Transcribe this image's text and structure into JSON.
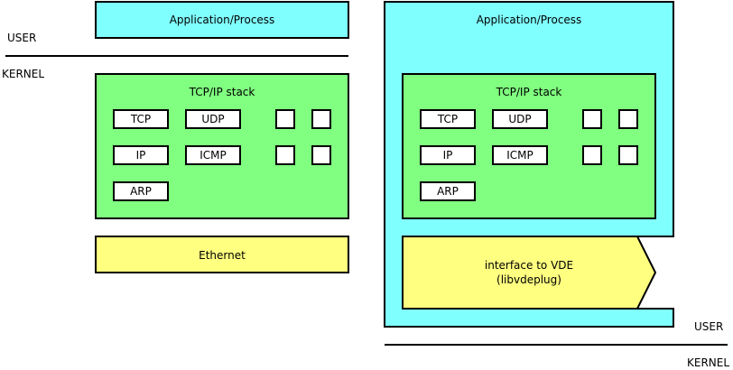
{
  "colors": {
    "app": "#80ffff",
    "stack": "#80ff80",
    "ethernet": "#ffff80",
    "proto": "#ffffff",
    "stroke": "#000000"
  },
  "left": {
    "app_label": "Application/Process",
    "user_label": "USER",
    "kernel_label": "KERNEL",
    "stack_title": "TCP/IP stack",
    "protocols": {
      "tcp": "TCP",
      "udp": "UDP",
      "ip": "IP",
      "icmp": "ICMP",
      "arp": "ARP"
    },
    "ethernet_label": "Ethernet"
  },
  "right": {
    "app_label": "Application/Process",
    "stack_title": "TCP/IP stack",
    "protocols": {
      "tcp": "TCP",
      "udp": "UDP",
      "ip": "IP",
      "icmp": "ICMP",
      "arp": "ARP"
    },
    "vde_line1": "interface to VDE",
    "vde_line2": "(libvdeplug)",
    "user_label": "USER",
    "kernel_label": "KERNEL"
  }
}
